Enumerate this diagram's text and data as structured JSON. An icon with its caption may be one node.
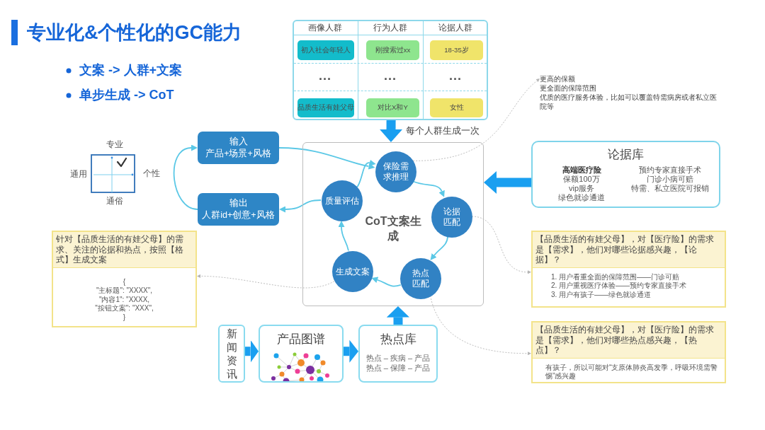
{
  "diagram": {
    "title": "专业化&个性化的GC能力",
    "nodes": [
      {
        "text": [],
        "shape": "box"
      },
      {
        "text": [
          "初入社会年轻人"
        ],
        "in": 0
      },
      {
        "text": [
          "刚搜索过xx"
        ],
        "in": 0
      },
      {
        "text": [
          "18-35岁"
        ],
        "in": 0
      },
      {
        "text": [
          "品质生活有娃父母"
        ],
        "in": 0
      },
      {
        "text": [
          "对比X和Y"
        ],
        "in": 0
      },
      {
        "text": [
          "女性"
        ],
        "in": 0
      },
      {
        "text": [
          "输入",
          "产品+场景+风格"
        ]
      },
      {
        "text": [
          "输出",
          "人群id+创意+风格"
        ]
      },
      {
        "text": [
          "CoT文案生成"
        ]
      },
      {
        "text": [
          "保险需求推理"
        ],
        "in": 9
      },
      {
        "text": [
          "论据匹配"
        ],
        "in": 9
      },
      {
        "text": [
          "热点匹配"
        ],
        "in": 9
      },
      {
        "text": [
          "生成文案"
        ],
        "in": 9
      },
      {
        "text": [
          "质量评估"
        ],
        "in": 9
      },
      {
        "text": [
          "论据库",
          "高端医疗险",
          "保额100万",
          "vip服务",
          "绿色就诊通道",
          "预约专家直接手术",
          "门诊小病可赔",
          "特需、私立医院可报销"
        ]
      },
      {
        "text": [
          "更高的保额",
          "更全面的保障范围",
          "优质的医疗服务体验，比如可以覆盖特需病房或者私立医院等"
        ]
      },
      {
        "text": [
          "针对【品质生活的有娃父母】的需求、关注的论据和热点，按照【格式】生成文案",
          "{",
          "\"主标题\": \"XXXX\",",
          "\"内容1\": \"XXXX,",
          "\"按钮文案\": \"XXX\",",
          "}"
        ]
      },
      {
        "text": [
          "【品质生活的有娃父母】，对【医疗险】的需求是【需求】，他们对哪些论据感兴趣，【论据】？",
          "1. 用户看重全面的保障范围——门诊可赔",
          "2. 用户重视医疗体验——预约专家直接手术",
          "3. 用户有孩子——绿色就诊通道"
        ]
      },
      {
        "text": [
          "【品质生活的有娃父母】，对【医疗险】的需求是【需求】，他们对哪些热点感兴趣，【热点】？",
          "有孩子，所以可能对“支原体肺炎高发季，呼吸环境需警惕”感兴趣"
        ]
      },
      {
        "text": [
          "新闻资讯"
        ]
      },
      {
        "text": [
          "产品图谱"
        ]
      },
      {
        "text": [
          "热点库",
          "热点 – 疾病 – 产品",
          "热点 – 保障 – 产品"
        ]
      }
    ],
    "edges": [
      {
        "from": 0,
        "to": 9,
        "arrow": "to",
        "label": "每个人群生成一次",
        "style": "thick",
        "color": "#1a9ff0"
      },
      {
        "from": 7,
        "to": 10,
        "arrow": "to"
      },
      {
        "from": 14,
        "to": 8,
        "arrow": "to"
      },
      {
        "from": 8,
        "to": 7,
        "arrow": "to"
      },
      {
        "from": 10,
        "to": 11,
        "arrow": "to"
      },
      {
        "from": 11,
        "to": 12,
        "arrow": "to"
      },
      {
        "from": 12,
        "to": 13,
        "arrow": "to"
      },
      {
        "from": 13,
        "to": 14,
        "arrow": "to"
      },
      {
        "from": 14,
        "to": 10,
        "arrow": "to"
      },
      {
        "from": 15,
        "to": 9,
        "arrow": "to",
        "style": "thick",
        "color": "#1a9ff0"
      },
      {
        "from": 22,
        "to": 9,
        "arrow": "to",
        "style": "thick",
        "color": "#1a9ff0"
      },
      {
        "from": 20,
        "to": 21,
        "arrow": "to",
        "style": "thick",
        "color": "#1a9ff0"
      },
      {
        "from": 21,
        "to": 22,
        "arrow": "to",
        "style": "thick",
        "color": "#1a9ff0"
      },
      {
        "from": 10,
        "to": 16,
        "arrow": "to",
        "style": "dashed",
        "color": "#b5b5b5"
      },
      {
        "from": 11,
        "to": 18,
        "arrow": "to",
        "style": "dashed",
        "color": "#b5b5b5"
      },
      {
        "from": 12,
        "to": 19,
        "arrow": "to",
        "style": "dashed",
        "color": "#b5b5b5"
      },
      {
        "from": 13,
        "to": 17,
        "arrow": "to",
        "style": "dashed",
        "color": "#b5b5b5"
      }
    ],
    "labels": [
      "文案 -> 人群+文案",
      "单步生成 -> CoT",
      "画像人群",
      "行为人群",
      "论据人群",
      "···",
      "···",
      "···",
      "专业",
      "通用",
      "个性",
      "通俗"
    ]
  }
}
